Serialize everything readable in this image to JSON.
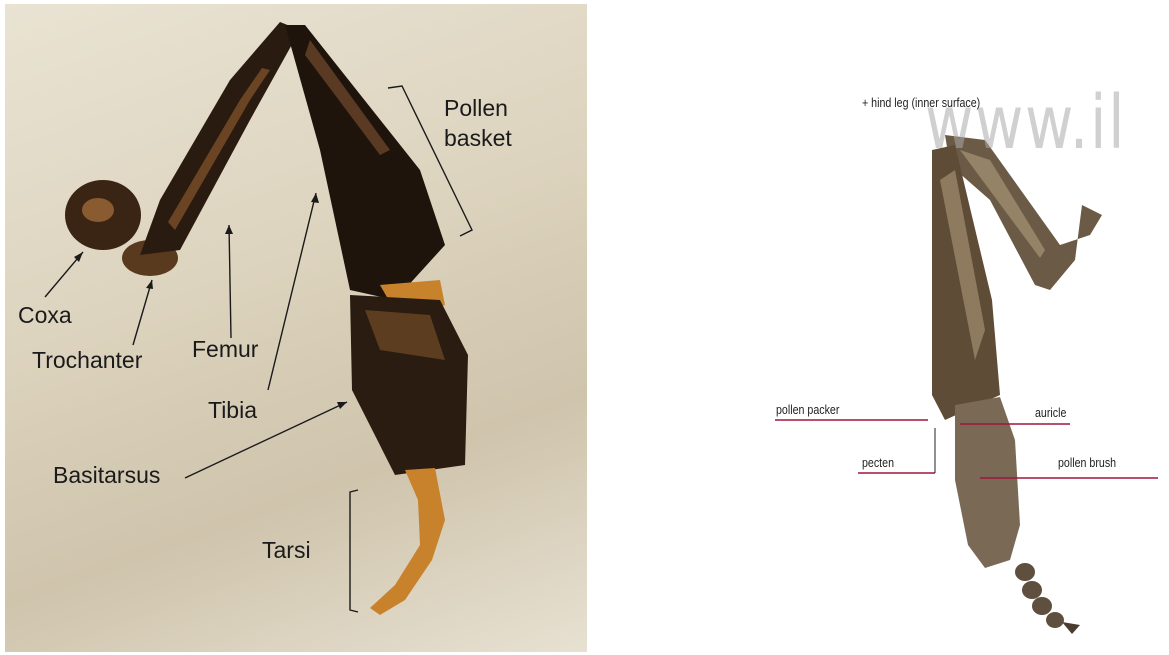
{
  "photo": {
    "labels": {
      "pollen_basket": "Pollen\nbasket",
      "coxa": "Coxa",
      "trochanter": "Trochanter",
      "femur": "Femur",
      "tibia": "Tibia",
      "basitarsus": "Basitarsus",
      "tarsi": "Tarsi"
    }
  },
  "illustration": {
    "title": "+ hind leg (inner surface)",
    "labels": {
      "pollen_packer": "pollen packer",
      "auricle": "auricle",
      "pecten": "pecten",
      "pollen_brush": "pollen brush"
    },
    "watermark": "www.il"
  },
  "colors": {
    "photo_background": "#ddd4bf",
    "leg_dark": "#2a1b10",
    "leg_amber": "#c8822c",
    "callout_line": "#a0153d",
    "illus_leg": "#6b5a45"
  }
}
